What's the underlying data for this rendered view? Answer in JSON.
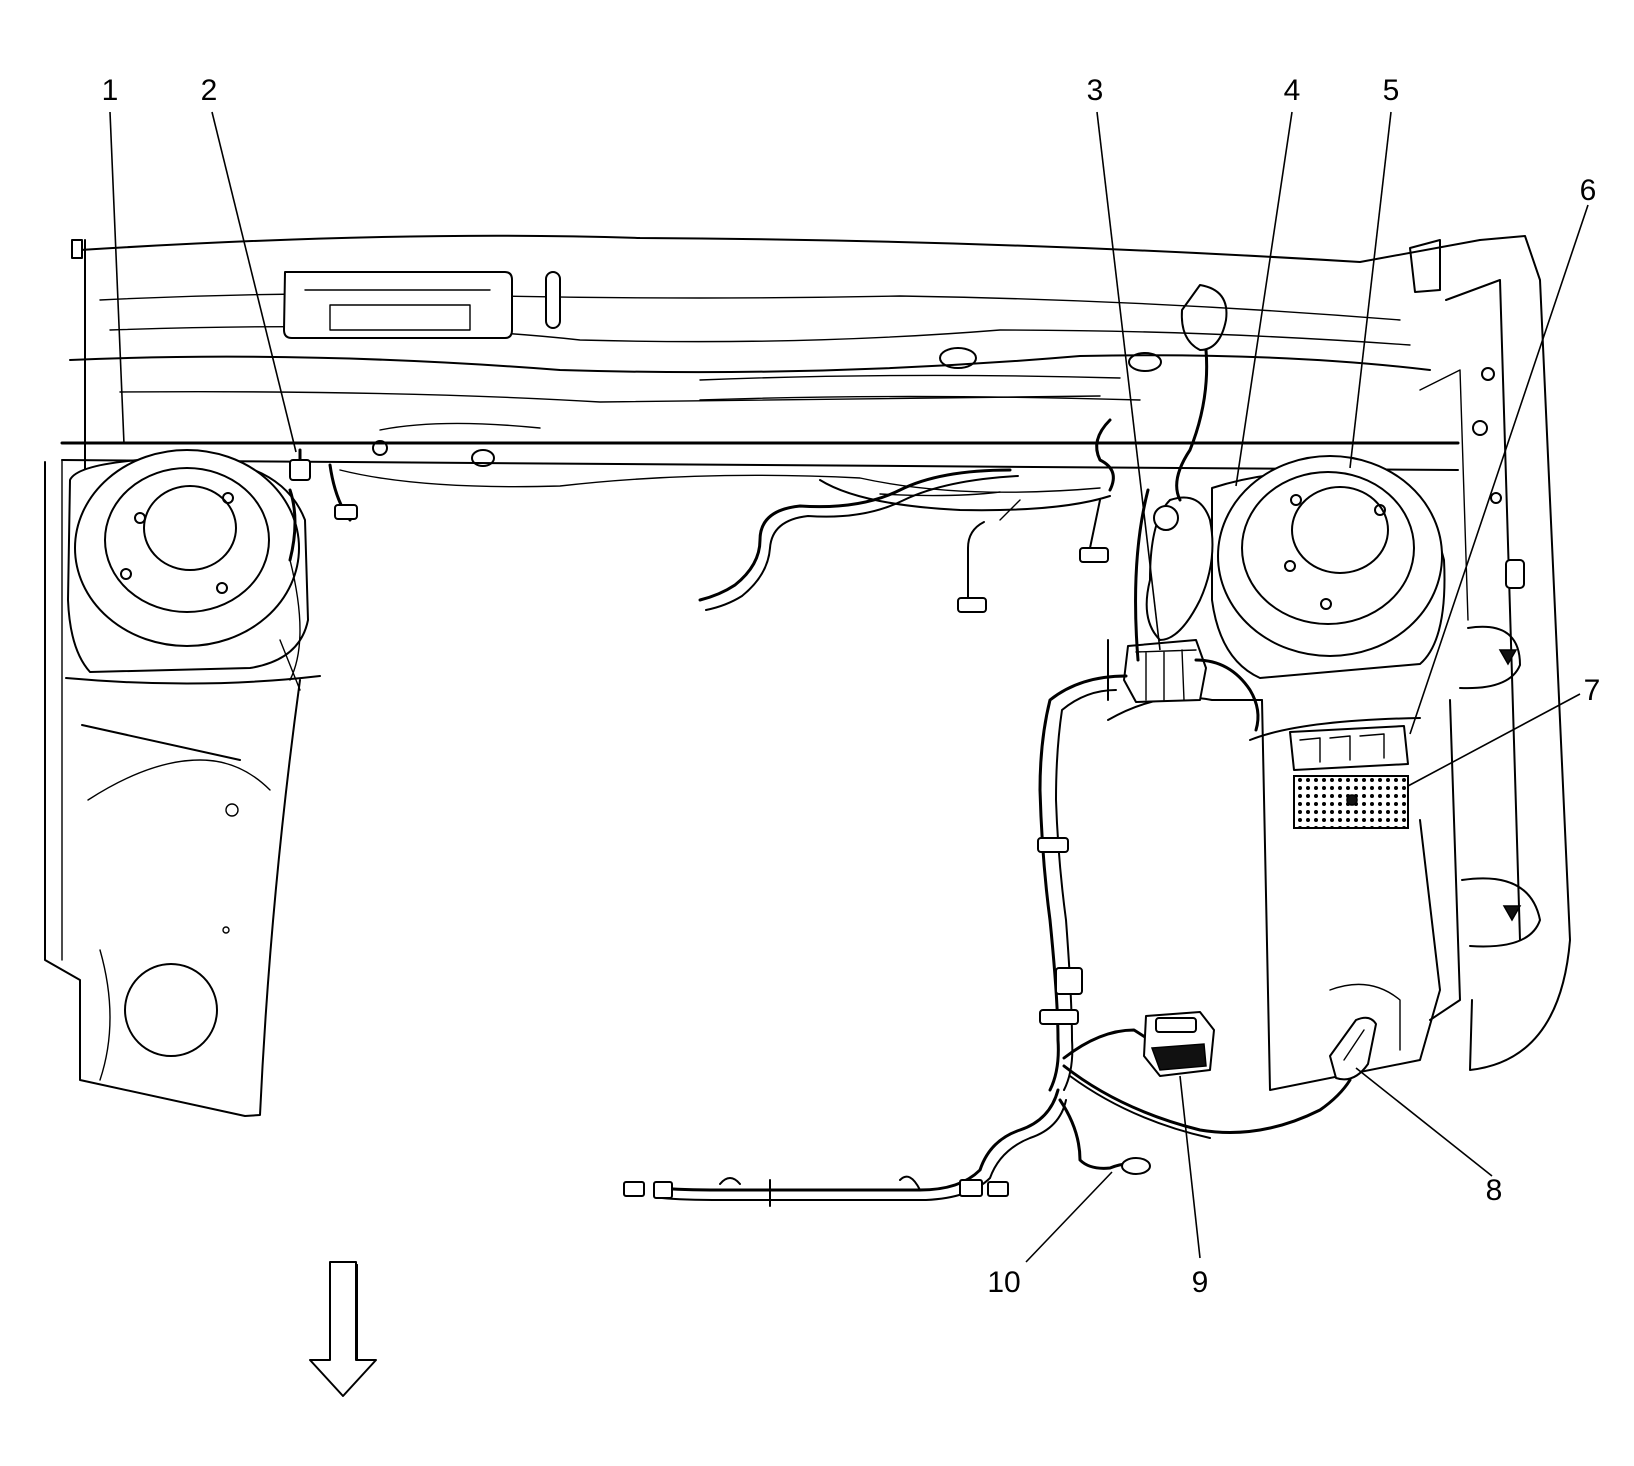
{
  "callouts": [
    {
      "id": 1,
      "label": "1"
    },
    {
      "id": 2,
      "label": "2"
    },
    {
      "id": 3,
      "label": "3"
    },
    {
      "id": 4,
      "label": "4"
    },
    {
      "id": 5,
      "label": "5"
    },
    {
      "id": 6,
      "label": "6"
    },
    {
      "id": 7,
      "label": "7"
    },
    {
      "id": 8,
      "label": "8"
    },
    {
      "id": 9,
      "label": "9"
    },
    {
      "id": 10,
      "label": "10"
    }
  ],
  "direction_arrow": {
    "icon": "down-arrow-icon",
    "meaning": "forward"
  }
}
